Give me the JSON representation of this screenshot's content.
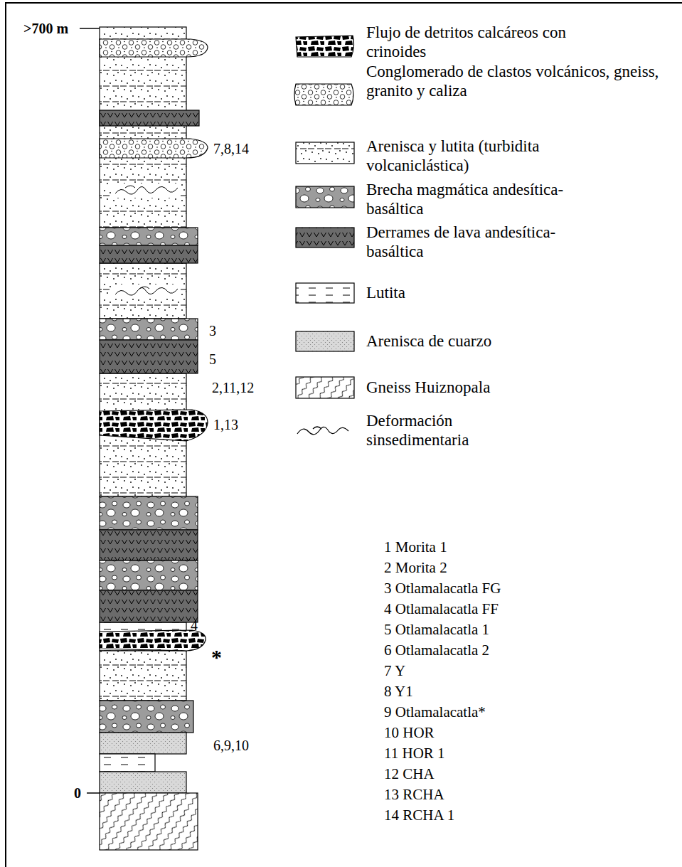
{
  "diagram": {
    "labels": [
      ">700 m",
      "7,8,14",
      "3",
      "5",
      "2,11,12",
      "1,13",
      "4",
      "*",
      "6,9,10",
      "0",
      "1 Morita 1",
      "2 Morita 2",
      "3 Otlamalacatla FG",
      "4 Otlamalacatla FF",
      "5 Otlamalacatla 1",
      "6 Otlamalacatla 2",
      "7 Y",
      "8 Y1",
      "9 Otlamalacatla*",
      "10 HOR",
      "11 HOR 1",
      "12 CHA",
      "13 RCHA",
      "14 RCHA 1"
    ],
    "legend": [
      {
        "text": "Flujo de detritos calcáreos con crinoides"
      },
      {
        "text": "Conglomerado de clastos volcánicos, gneiss, granito y caliza"
      },
      {
        "text": "Arenisca y lutita (turbidita volcaniclástica)"
      },
      {
        "text": "Brecha magmática andesítica-basáltica"
      },
      {
        "text": "Derrames de lava andesítica-basáltica"
      },
      {
        "text": "Lutita"
      },
      {
        "text": "Arenisca de cuarzo"
      },
      {
        "text": "Gneiss Huiznopala"
      },
      {
        "text": "Deformación sinsedimentaria"
      }
    ]
  }
}
